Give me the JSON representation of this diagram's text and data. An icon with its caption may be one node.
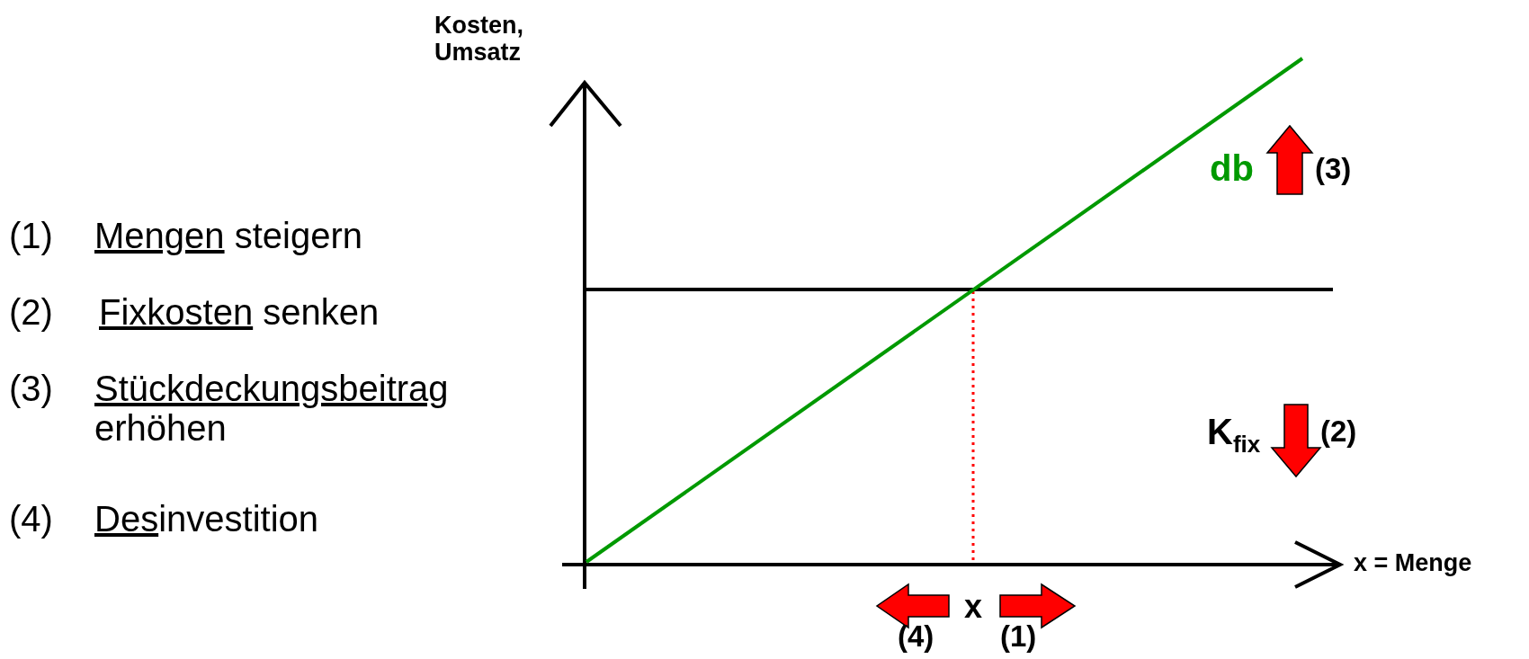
{
  "diagram": {
    "labels": [
      "Kosten, Umsatz",
      "(1)",
      "Mengen steigern",
      "(2)",
      "Fixkosten senken",
      "(3)",
      "Stückdeckungsbeitrag erhöhen",
      "(4)",
      "Desinvestition",
      "db",
      "(3)",
      "K$_{fix}$",
      "(2)",
      "x = Menge",
      "x",
      "(4)",
      "(1)"
    ]
  }
}
